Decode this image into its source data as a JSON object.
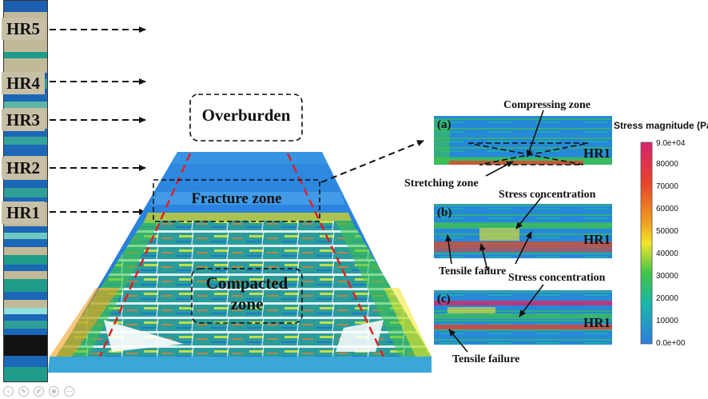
{
  "strata_labels": [
    "HR5",
    "HR4",
    "HR3",
    "HR2",
    "HR1"
  ],
  "overburden": "Overburden",
  "fracture_zone": "Fracture zone",
  "compacted_zone_line1": "Compacted",
  "compacted_zone_line2": "zone",
  "panels": [
    {
      "label": "(a)",
      "hr": "HR1"
    },
    {
      "label": "(b)",
      "hr": "HR1"
    },
    {
      "label": "(c)",
      "hr": "HR1"
    }
  ],
  "annotations": {
    "compressing_zone": "Compressing zone",
    "stretching_zone": "Stretching zone",
    "stress_concentration_b": "Stress concentration",
    "tensile_failure_b": "Tensile failure",
    "stress_concentration_c": "Stress concentration",
    "tensile_failure_c": "Tensile failure"
  },
  "colorbar": {
    "title": "Stress magnitude (Pa",
    "ticks": [
      "9.0e+04",
      "80000",
      "70000",
      "60000",
      "50000",
      "40000",
      "30000",
      "20000",
      "10000",
      "0.0e+00"
    ],
    "colors": [
      "#d6246f",
      "#e8422b",
      "#f0a020",
      "#f2e52a",
      "#3ec548",
      "#19b7a8",
      "#2e7de0"
    ]
  },
  "toolbar_icons": [
    "left-arrow-icon",
    "pencil-icon",
    "pen-icon",
    "zoom-icon",
    "menu-icon"
  ]
}
